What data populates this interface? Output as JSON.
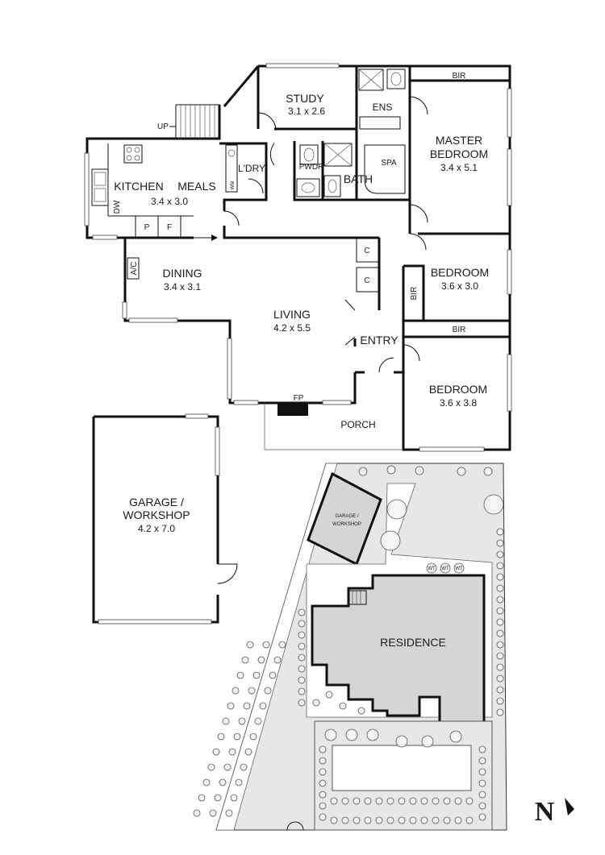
{
  "rooms": {
    "study": {
      "name": "STUDY",
      "dim": "3.1 x 2.6"
    },
    "ens": {
      "name": "ENS"
    },
    "bir_master": {
      "name": "BIR"
    },
    "master": {
      "name1": "MASTER",
      "name2": "BEDROOM",
      "dim": "3.4 x 5.1"
    },
    "kitchen": {
      "name": "KITCHEN"
    },
    "meals": {
      "name": "MEALS"
    },
    "kitchen_meals_dim": "3.4 x 3.0",
    "ldry": {
      "name": "L'DRY"
    },
    "wm": {
      "name": "WM"
    },
    "pwdr": {
      "name": "PWDR"
    },
    "bath": {
      "name": "BATH"
    },
    "spa": {
      "name": "SPA"
    },
    "dw": {
      "name": "DW"
    },
    "pantry": {
      "name": "P"
    },
    "fridge": {
      "name": "F"
    },
    "up": {
      "name": "UP"
    },
    "ac": {
      "name": "A/C"
    },
    "dining": {
      "name": "DINING",
      "dim": "3.4 x 3.1"
    },
    "cupboard1": {
      "name": "C"
    },
    "cupboard2": {
      "name": "C"
    },
    "living": {
      "name": "LIVING",
      "dim": "4.2 x 5.5"
    },
    "entry": {
      "name": "ENTRY"
    },
    "bedroom2": {
      "name": "BEDROOM",
      "dim": "3.6 x 3.0"
    },
    "bir2": {
      "name": "BIR"
    },
    "bir3": {
      "name": "BIR"
    },
    "bedroom3": {
      "name": "BEDROOM",
      "dim": "3.6 x 3.8"
    },
    "fp": {
      "name": "FP"
    },
    "porch": {
      "name": "PORCH"
    },
    "garage": {
      "name1": "GARAGE /",
      "name2": "WORKSHOP",
      "dim": "4.2 x 7.0"
    }
  },
  "site_plan": {
    "garage_line1": "GARAGE /",
    "garage_line2": "WORKSHOP",
    "residence": "RESIDENCE",
    "wt": "WT"
  },
  "north": {
    "letter": "N"
  }
}
